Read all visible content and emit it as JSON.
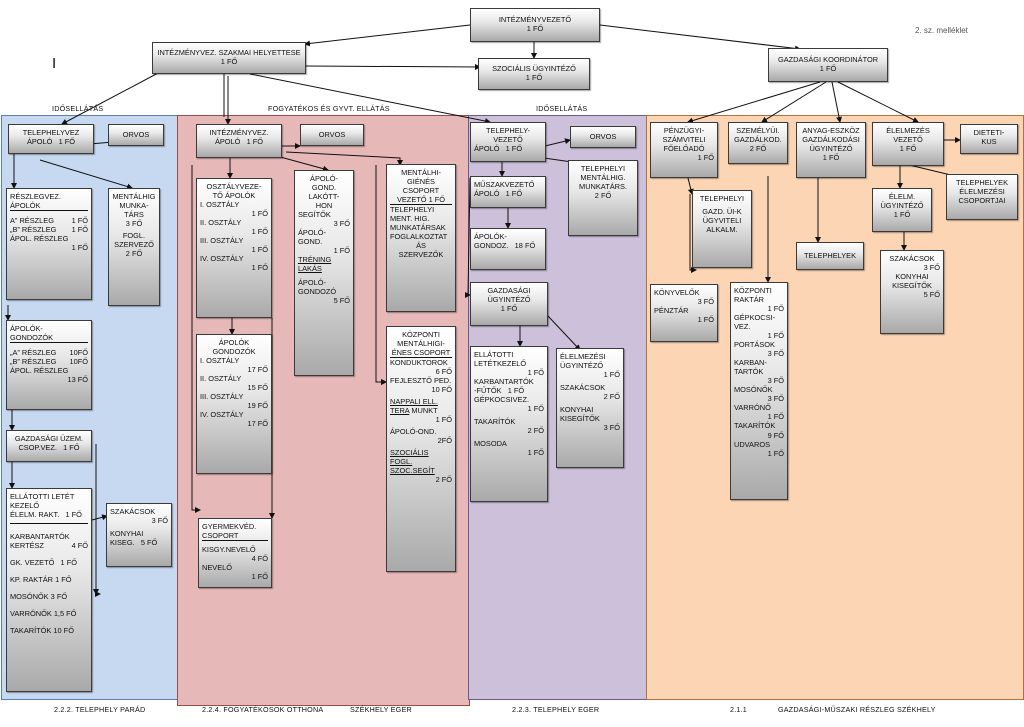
{
  "note": "2. sz. melléklet",
  "roman": "I",
  "top": {
    "director": [
      "INTÉZMÉNYVEZETŐ",
      "1 fő"
    ],
    "deputy": [
      "INTÉZMÉNYVEZ. SZAKMAI HELYETTESE",
      "1 fő"
    ],
    "social": [
      "SZOCIÁLIS ÜGYINTÉZŐ",
      "1 fő"
    ],
    "economic": [
      "GAZDASÁGI KOORDINÁTOR",
      "1 fő"
    ]
  },
  "sections": {
    "elderly1": "IDŐSELLÁTÁS",
    "disabled": "FOGYATÉKOS ÉS GYVT. ELLÁTÁS",
    "elderly2": "IDŐSELLÁTÁS"
  },
  "footer": {
    "parad": "2.2.2. TELEPHELY PARÁD",
    "otthona": "2.2.4. FOGYATÉKOSOK OTTHONA",
    "szekhely": "SZÉKHELY EGER",
    "eger": "2.2.3. TELEPHELY EGER",
    "num": "2.1.1",
    "gmr": "GAZDASÁGI-MŰSZAKI RÉSZLEG SZÉKHELY"
  },
  "blue": {
    "head": [
      "TELEPHELYVEZ",
      "ÁPOLÓ",
      "1 fő"
    ],
    "orvos": "ORVOS",
    "reszleg": [
      "RÉSZLEGVEZ.",
      "ÁPOLÓK",
      "A” RÉSZLEG",
      "1 fő",
      "„B” RÉSZLEG",
      "1 fő",
      "ÁPOL. RÉSZLEG",
      "1 fő"
    ],
    "mental": [
      "MENTÁLHIG",
      "MUNKA-TÁRS",
      "3 fő",
      "FOGL.",
      "SZERVEZŐ",
      "2 fő"
    ],
    "gondozok": [
      "ÁPOLÓK-",
      "GONDOZÓK",
      "„A” RÉSZLEG",
      "10fő",
      "„B” RÉSZLEG",
      "10fő",
      "ÁPOL. RÉSZLEG",
      "13 fő"
    ],
    "gazd": [
      "GAZDASÁGI ÜZEM.",
      "CSOP.VEZ.",
      "1 fő"
    ],
    "ellatotti": [
      "ELLÁTOTTI LETÉT",
      "KEZELŐ",
      "ÉLELM. RAKT.",
      "1 fő",
      "KARBANTARTÓK",
      "KERTÉSZ",
      "4 fő",
      "GK. VEZETŐ",
      "1 fő",
      "KP. RAKTÁR",
      "1 fő",
      "MOSÓNŐK",
      "3 fő",
      "VARRÓNŐK",
      "1,5 fő",
      "TAKARÍTÓK",
      "10 fő"
    ],
    "szakacsok": [
      "SZAKÁCSOK",
      "3 fő",
      "KONYHAI",
      "KISEG.",
      "5 fő"
    ]
  },
  "red": {
    "head": [
      "INTÉZMÉNYVEZ.",
      "ÁPOLÓ",
      "1 fő"
    ],
    "orvos": "ORVOS",
    "osztaly": [
      "OSZTÁLYVEZE-",
      "TŐ ÁPOLÓK",
      "I. OSZTÁLY",
      "1 fő",
      "II. OSZTÁLY",
      "1 fő",
      "III. OSZTÁLY",
      "1 fő",
      "IV. OSZTÁLY",
      "1 fő"
    ],
    "lakott": [
      "ÁPOLÓ-",
      "GOND.",
      "LAKÓTT-",
      "HON",
      "SEGÍTŐK",
      "3 fő",
      "ÁPOLÓ-",
      "GOND.",
      "1 fő",
      "TRÉNING",
      "LAKÁS",
      "ÁPOLÓ-",
      "GONDOZÓ",
      "5 fő"
    ],
    "mentalcsop": [
      "MENTÁLHI-",
      "GIÉNÉS",
      "CSOPORT",
      "VEZETŐ",
      "1 fő",
      "TELEPHELYI",
      "MENT. HIG.",
      "MUNKATÁRSAK",
      "FOGLALKOZTAT",
      "ÁS",
      "SZERVEZŐK"
    ],
    "gondozok": [
      "ÁPOLÓK",
      "GONDOZÓK",
      "I. OSZTÁLY",
      "17 fő",
      "II. OSZTÁLY",
      "15 fő",
      "III. OSZTÁLY",
      "19 fő",
      "IV. OSZTÁLY",
      "17 fő"
    ],
    "kozponti": [
      "KÖZPONTI",
      "MENTÁLHIGI-",
      "ÉNES CSOPORT",
      "KONDUKTOROK",
      "6 fő",
      "FEJLESZTŐ PED.",
      "10 fő",
      "NAPPALI ELL.",
      "TERA",
      "MUNKT",
      "1 fő",
      "ÁPOLÓ-OND.",
      "2fő",
      "SZOCIÁLIS",
      "FOGL.",
      "SZOC.SEGÍT",
      "2 fő"
    ],
    "gyermek": [
      "GYERMEKVÉD.",
      "CSOPORT",
      "KISGY.NEVELŐ",
      "4 fő",
      "NEVELŐ",
      "1 fő"
    ]
  },
  "purple": {
    "head": [
      "TELEPHELY-",
      "VEZETŐ",
      "ÁPOLÓ",
      "1 fő"
    ],
    "orvos": "ORVOS",
    "mental": [
      "TELEPHELYI",
      "MENTÁLHIG.",
      "MUNKATÁRS.",
      "2 fő"
    ],
    "muszak": [
      "MŰSZAKVEZETŐ",
      "ÁPOLÓ",
      "1 fő"
    ],
    "gondoz": [
      "ÁPOLÓK-",
      "GONDOZ.",
      "18 fő"
    ],
    "gazd": [
      "GAZDASÁGI",
      "ÜGYINTÉZŐ",
      "1 fő"
    ],
    "ellatotti": [
      "ELLÁTOTTI",
      "LETÉTKEZELŐ",
      "1 fő",
      "KARBANTARTÓK",
      "-FŰTŐK",
      "1 fő",
      "GÉPKOCSIVEZ.",
      "1 fő",
      "TAKARÍTÓK",
      "2 fő",
      "MOSODA",
      "1 fő"
    ],
    "elelm": [
      "ÉLELMEZÉSI",
      "ÜGYINTÉZŐ",
      "1 fő",
      "SZAKÁCSOK",
      "2 fő",
      "KONYHAI",
      "KISEGÍTŐK",
      "3 fő"
    ]
  },
  "orange": {
    "penzugy": [
      "PÉNZÜGYI-",
      "SZÁMVITELI",
      "FŐELŐADÓ",
      "1 fő"
    ],
    "szemelyi": [
      "SZEMÉLYÜI.",
      "GAZDÁLKOD.",
      "2 fő"
    ],
    "anyag": [
      "ANYAG-ESZKÖZ",
      "GAZDÁLKODÁSI",
      "ÜGYINTÉZŐ",
      "1 fő"
    ],
    "elelmvez": [
      "ÉLELMEZÉS",
      "VEZETŐ",
      "1 fő"
    ],
    "dietetikus": [
      "DIETETI-",
      "KUS"
    ],
    "telephelyi": [
      "TELEPHELYI",
      "GAZD. ÜI-K",
      "ÜGYVITELI",
      "ALKALM."
    ],
    "telephelyek": "TELEPHELYEK",
    "elelmugy": [
      "ÉLELM.",
      "ÜGYINTÉZŐ",
      "1 fő"
    ],
    "telepelelm": [
      "TELEPHELYEK",
      "ÉLELMEZÉSI",
      "CSOPORTJAI"
    ],
    "konyvelok": [
      "KÖNYVELŐK",
      "3 fő",
      "PÉNZTÁR",
      "1 fő"
    ],
    "raktar": [
      "KÖZPONTI",
      "RAKTÁR",
      "1 fő",
      "GÉPKOCSI-",
      "VEZ.",
      "1 fő",
      "PORTÁSOK",
      "3 fő",
      "KARBAN-",
      "TARTÓK",
      "3 fő",
      "MOSÓNŐK",
      "3 fő",
      "VARRÓNŐ",
      "1 fő",
      "TAKARÍTÓK",
      "9 fő",
      "UDVAROS",
      "1 fő"
    ],
    "szakacsok": [
      "SZAKÁCSOK",
      "3 fő",
      "KONYHAI",
      "KISEGÍTŐK",
      "5 fő"
    ]
  },
  "colors": {
    "blue": "#c6d9f1",
    "red": "#e6b9b8",
    "purple": "#ccc0da",
    "orange": "#fcd5b5"
  }
}
